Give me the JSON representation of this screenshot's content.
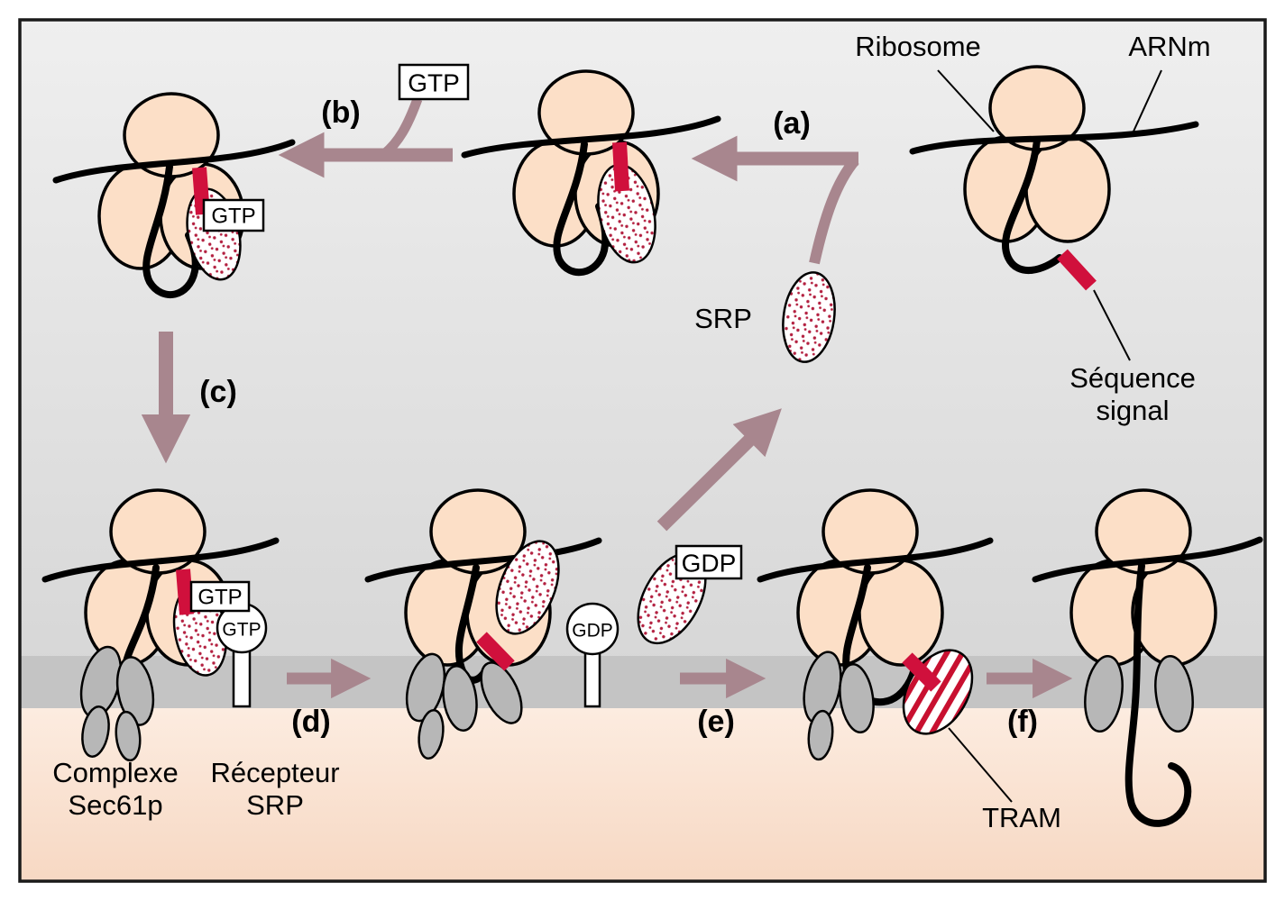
{
  "labels": {
    "ribosome": "Ribosome",
    "arnm": "ARNm",
    "sequence_signal_line1": "Séquence",
    "sequence_signal_line2": "signal",
    "srp": "SRP",
    "gtp": "GTP",
    "gdp": "GDP",
    "complexe_sec61p_line1": "Complexe",
    "complexe_sec61p_line2": "Sec61p",
    "recepteur_srp_line1": "Récepteur",
    "recepteur_srp_line2": "SRP",
    "tram": "TRAM"
  },
  "steps": {
    "a": "(a)",
    "b": "(b)",
    "c": "(c)",
    "d": "(d)",
    "e": "(e)",
    "f": "(f)"
  },
  "colors": {
    "arrow": "#a8868e",
    "signal_sequence": "#d0103c",
    "ribosome_fill": "#fcdfc7",
    "membrane": "#c4c4c4",
    "translocon_fill": "#b7b7b7",
    "srp_dots": "#b32040",
    "lumen_top": "#fcece0",
    "lumen_bottom": "#f7d8c3"
  }
}
